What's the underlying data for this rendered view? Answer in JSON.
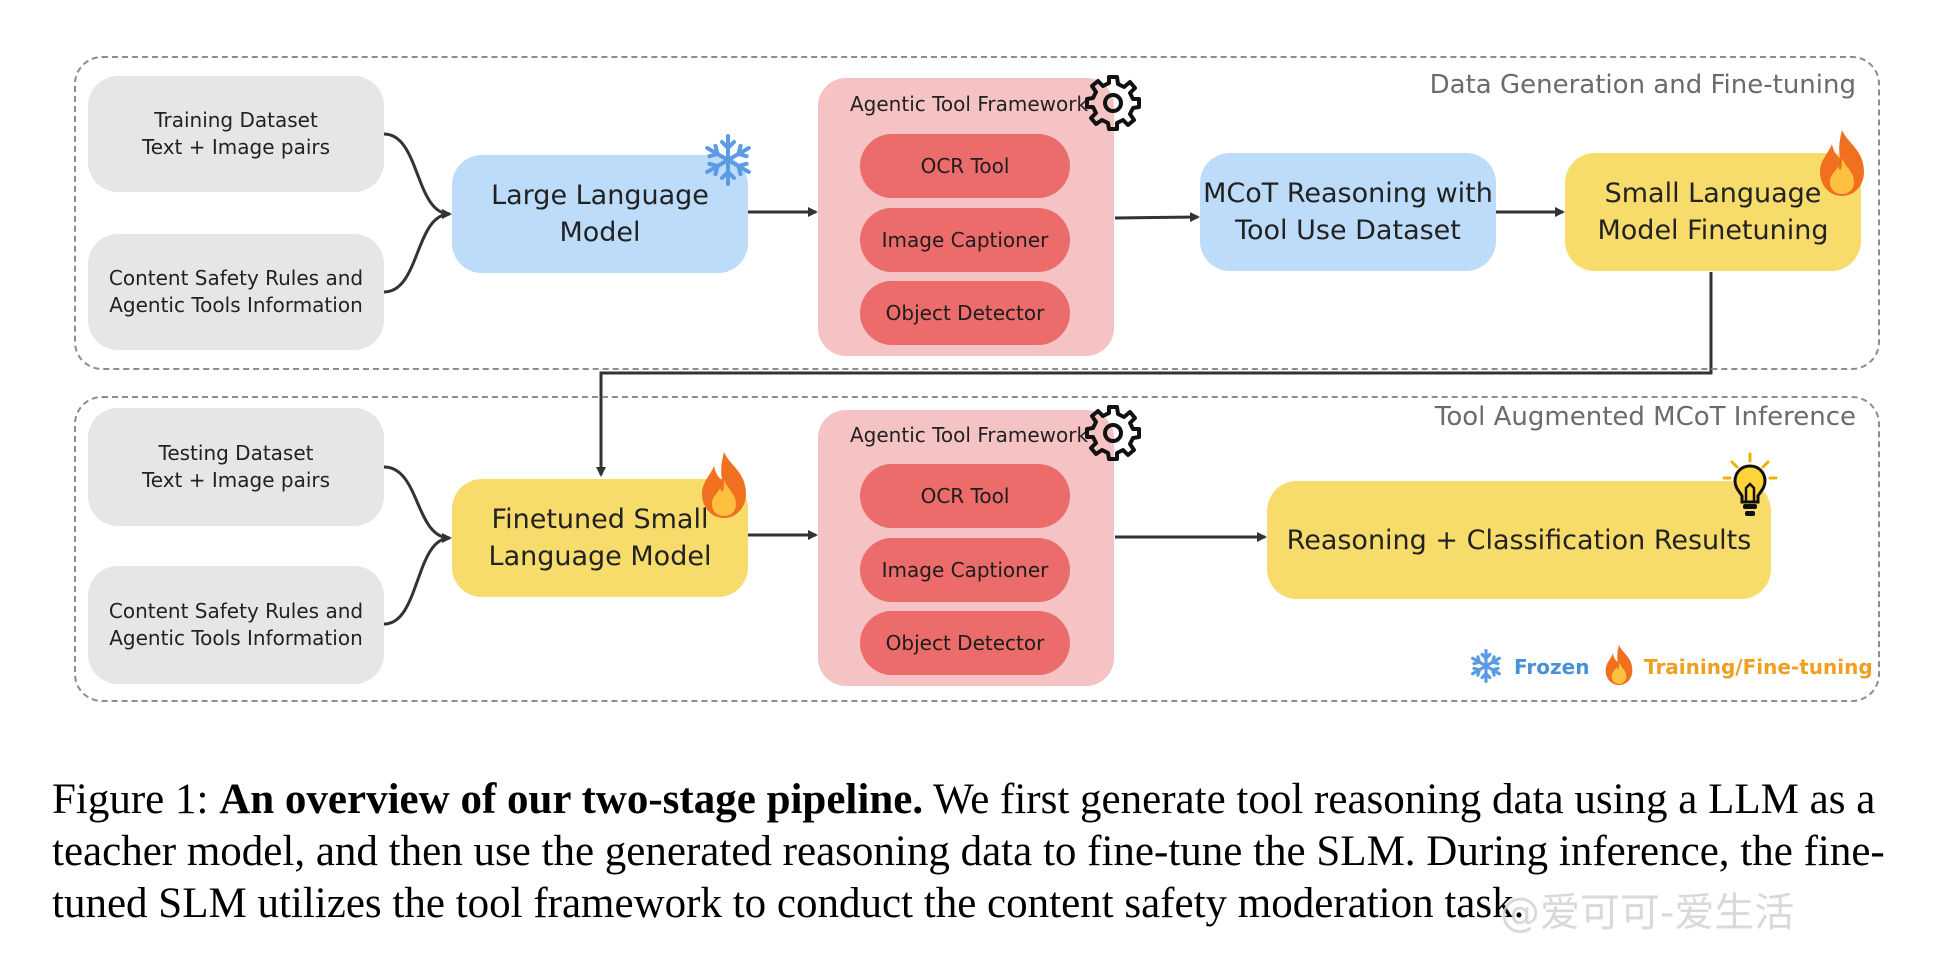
{
  "stage1": {
    "title": "Data Generation and Fine-tuning",
    "input_training": [
      "Training Dataset",
      "Text + Image pairs"
    ],
    "input_rules": [
      "Content Safety Rules and",
      "Agentic Tools Information"
    ],
    "llm": [
      "Large Language",
      "Model"
    ],
    "framework_title": "Agentic Tool Framework",
    "tools": [
      "OCR Tool",
      "Image Captioner",
      "Object Detector"
    ],
    "dataset": [
      "MCoT Reasoning with",
      "Tool Use Dataset"
    ],
    "slm_finetune": [
      "Small Language",
      "Model Finetuning"
    ]
  },
  "stage2": {
    "title": "Tool Augmented MCoT Inference",
    "input_testing": [
      "Testing Dataset",
      "Text + Image pairs"
    ],
    "input_rules": [
      "Content Safety Rules and",
      "Agentic Tools Information"
    ],
    "finetuned_slm": [
      "Finetuned Small",
      "Language Model"
    ],
    "framework_title": "Agentic Tool Framework",
    "tools": [
      "OCR Tool",
      "Image Captioner",
      "Object Detector"
    ],
    "result": "Reasoning + Classification Results"
  },
  "legend": {
    "frozen": "Frozen",
    "training": "Training/Fine-tuning"
  },
  "icons": {
    "frozen": "snowflake-icon",
    "training": "flame-icon",
    "framework": "gear-icon",
    "result": "lightbulb-icon"
  },
  "colors": {
    "gray_box": "#e6e6e6",
    "blue_box": "#bcdcfa",
    "yellow_box": "#f8dc6b",
    "framework_bg": "#f5c3c3",
    "tool_bg": "#ec6b6b",
    "frozen": "#4a90d9",
    "training": "#f0a020"
  },
  "caption": {
    "label": "Figure 1:",
    "bold": "An overview of our two-stage pipeline.",
    "text": "We first generate tool reasoning data using a LLM as a teacher model, and then use the generated reasoning data to fine-tune the SLM. During inference, the fine-tuned SLM utilizes the tool framework to conduct the content safety moderation task."
  },
  "watermark": "@爱可可-爱生活"
}
